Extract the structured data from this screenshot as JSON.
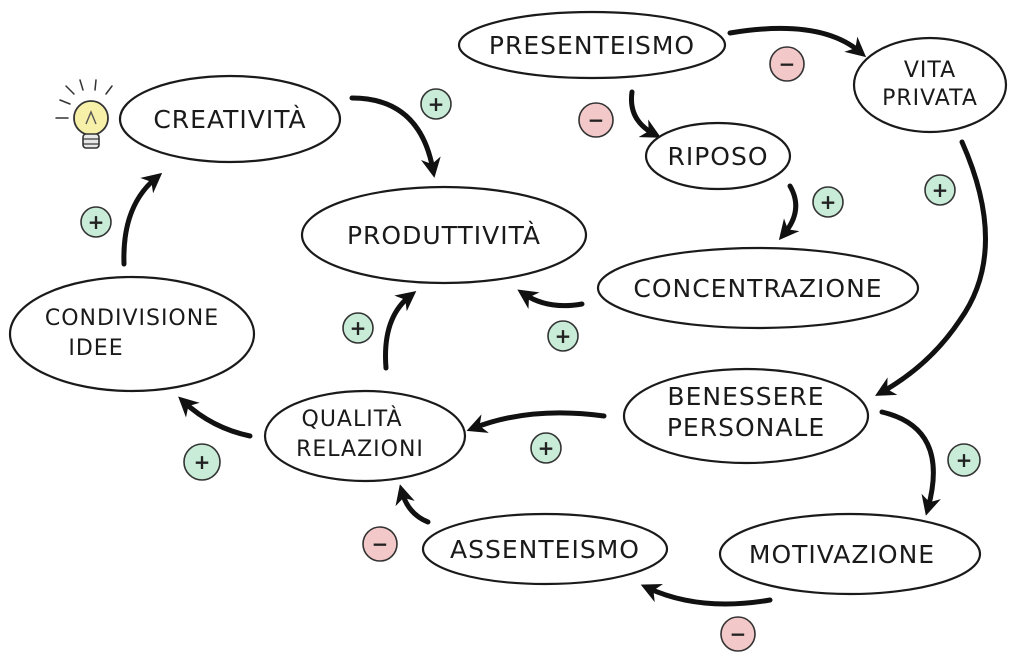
{
  "colors": {
    "positive_fill": "#c8ecd8",
    "negative_fill": "#f3c8c8",
    "bulb_fill": "#f6f0a8",
    "ink": "#111111"
  },
  "nodes": {
    "presenteismo": [
      "PRESENTEISMO"
    ],
    "vita_privata": [
      "VITA",
      "PRIVATA"
    ],
    "creativita": [
      "CREATIVITÀ"
    ],
    "riposo": [
      "RIPOSO"
    ],
    "produttivita": [
      "PRODUTTIVITÀ"
    ],
    "concentrazione": [
      "CONCENTRAZIONE"
    ],
    "condivisione_idee": [
      "CONDIVISIONE",
      "IDEE"
    ],
    "benessere_personale": [
      "BENESSERE",
      "PERSONALE"
    ],
    "qualita_relazioni": [
      "QUALITÀ",
      "RELAZIONI"
    ],
    "assenteismo": [
      "ASSENTEISMO"
    ],
    "motivazione": [
      "MOTIVAZIONE"
    ]
  },
  "signs": {
    "positive": "+",
    "negative": "−"
  },
  "icons": {
    "idea": "lightbulb-icon"
  }
}
